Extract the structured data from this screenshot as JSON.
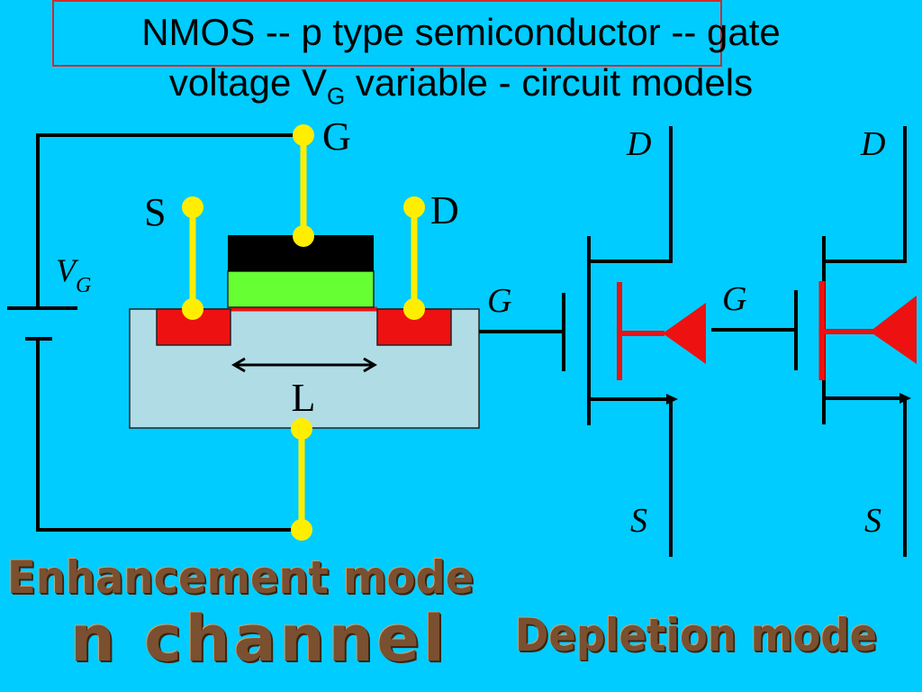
{
  "title": {
    "line1": "NMOS -- p type semiconductor -- gate",
    "line2_prefix": "voltage  V",
    "line2_sub": "G",
    "line2_suffix": " variable - circuit models"
  },
  "device": {
    "gate_label": "G",
    "source_label": "S",
    "drain_label": "D",
    "length_label": "L",
    "vg_label": "V",
    "vg_sub": "G"
  },
  "circuit_enhancement": {
    "drain": "D",
    "gate": "G",
    "source": "S"
  },
  "circuit_depletion": {
    "drain": "D",
    "gate": "G",
    "source": "S"
  },
  "labels": {
    "enhancement": "Enhancement mode",
    "n_channel": "n channel",
    "depletion": "Depletion mode"
  },
  "colors": {
    "background": "#00ccff",
    "substrate": "#b0dce6",
    "doped_region": "#ee1111",
    "oxide": "#66ff33",
    "gate_metal": "#000000",
    "contact": "#ffee00",
    "title_box": "#d42a2a"
  }
}
